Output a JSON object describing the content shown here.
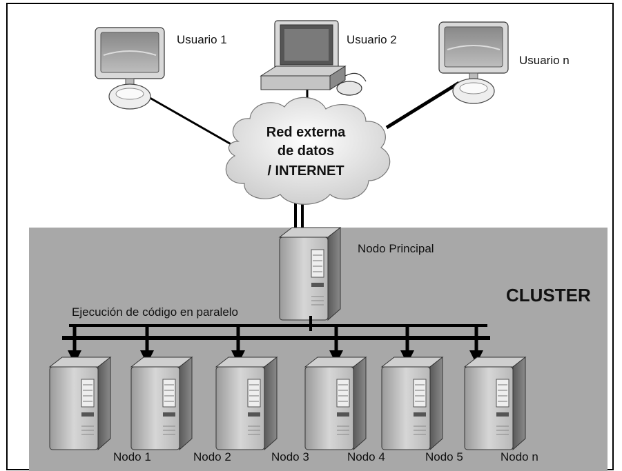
{
  "users": {
    "u1": "Usuario 1",
    "u2": "Usuario 2",
    "un": "Usuario n"
  },
  "cloud": {
    "line1": "Red externa",
    "line2": "de datos",
    "line3": "/ INTERNET"
  },
  "cluster": {
    "title": "CLUSTER",
    "main_node": "Nodo Principal",
    "parallel_label": "Ejecución de código en paralelo",
    "nodes": [
      "Nodo 1",
      "Nodo 2",
      "Nodo 3",
      "Nodo 4",
      "Nodo 5",
      "Nodo n"
    ]
  },
  "colors": {
    "cluster_bg": "#a8a8a8",
    "line": "#000000"
  }
}
